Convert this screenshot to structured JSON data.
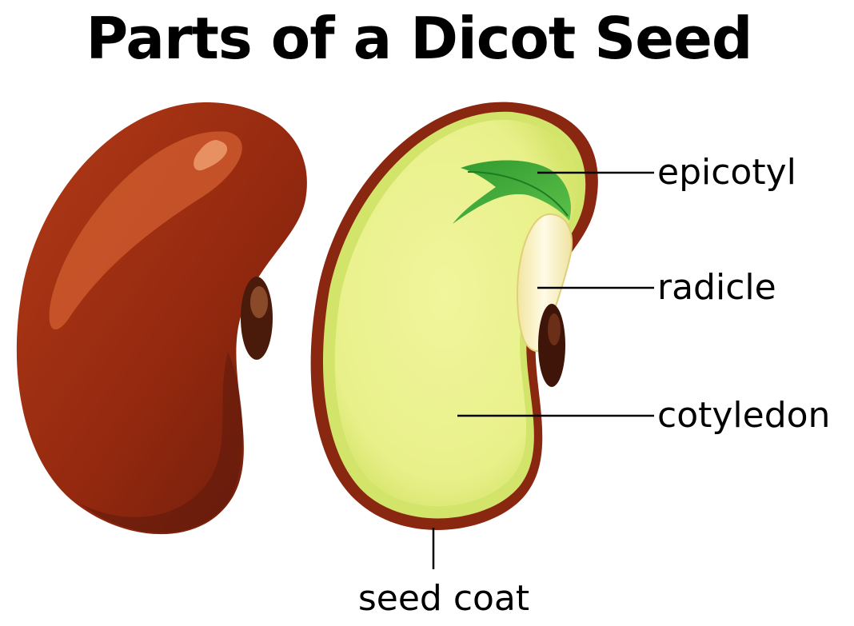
{
  "title": "Parts of a Dicot Seed",
  "labels": {
    "epicotyl": "epicotyl",
    "radicle": "radicle",
    "cotyledon": "cotyledon",
    "seed_coat": "seed coat"
  },
  "colors": {
    "seed_coat": "#8f2a12",
    "seed_coat_dark": "#5e1a0c",
    "cotyledon": "#eaf28c",
    "cotyledon_rim": "#d4e66a",
    "epicotyl": "#3aa63a",
    "radicle": "#f7f0c0",
    "hilum": "#4a1a0a"
  }
}
